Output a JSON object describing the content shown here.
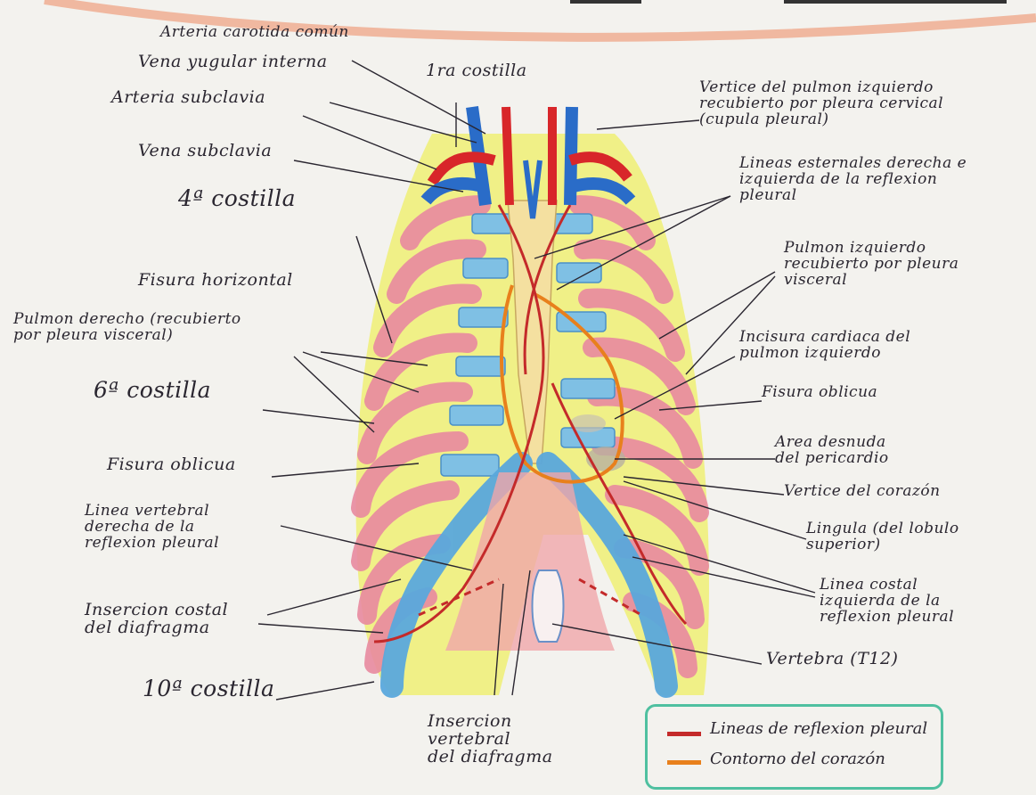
{
  "labels": {
    "arteria_carotida": "Arteria carotida común",
    "vena_yugular": "Vena yugular interna",
    "primera_costilla": "1ra costilla",
    "arteria_subclavia": "Arteria subclavia",
    "vena_subclavia": "Vena subclavia",
    "cuarta_costilla": "4ª costilla",
    "fisura_horizontal": "Fisura horizontal",
    "pulmon_derecho": "Pulmon derecho (recubierto\npor pleura visceral)",
    "sexta_costilla": "6ª costilla",
    "fisura_oblicua_izq": "Fisura oblicua",
    "linea_vertebral": "Linea vertebral\nderecha de la\nreflexion pleural",
    "insercion_costal": "Insercion costal\ndel diafragma",
    "decima_costilla": "10ª costilla",
    "insercion_vertebral": "Insercion\nvertebral\ndel diafragma",
    "vertice_pulmon": "Vertice del pulmon izquierdo\nrecubierto por pleura cervical\n(cupula pleural)",
    "lineas_esternales": "Lineas esternales derecha e\nizquierda de la reflexion\npleural",
    "pulmon_izquierdo": "Pulmon izquierdo\nrecubierto por pleura\nvisceral",
    "incisura_cardiaca": "Incisura cardiaca del\npulmon izquierdo",
    "fisura_oblicua_der": "Fisura oblicua",
    "area_pericardio": "Area desnuda\ndel pericardio",
    "vertice_corazon": "Vertice del corazón",
    "lingula": "Lingula (del lobulo\nsuperior)",
    "linea_costal": "Linea costal\nizquierda de la\nreflexion pleural",
    "vertebra": "Vertebra (T12)"
  },
  "legend": {
    "items": [
      {
        "label": "Lineas de reflexion pleural",
        "color": "#c42a2a"
      },
      {
        "label": "Contorno del corazón",
        "color": "#e8801c"
      }
    ]
  },
  "colors": {
    "rib": "#e98aa0",
    "cartilage": "#7fc0e4",
    "lung": "#eef074",
    "artery": "#d8262a",
    "vein": "#2a6cc8",
    "diaphragm": "#f0a6aa"
  }
}
